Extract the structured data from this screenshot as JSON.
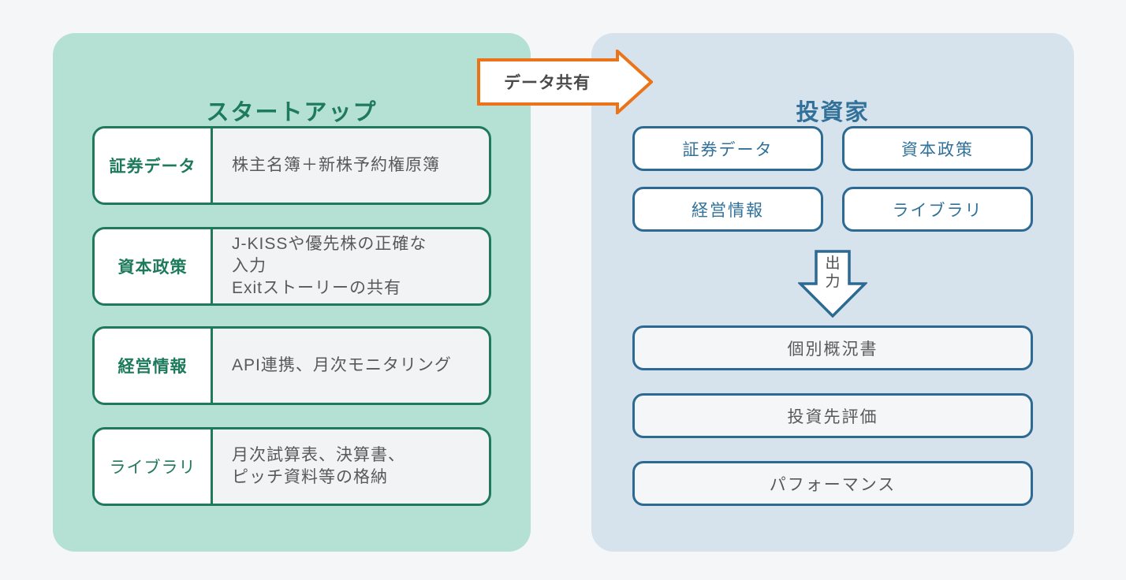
{
  "colors": {
    "page_background": "#F5F6F8",
    "startup_panel_background": "#B5E0D4",
    "investor_panel_background": "#D6E2EC",
    "green_accent": "#1E7A5C",
    "blue_accent": "#2D6A93",
    "orange_accent": "#EB7318",
    "body_text_gray": "#595959",
    "row_content_background": "#F2F3F5",
    "box_white": "#FFFFFF"
  },
  "left_panel": {
    "title": "スタートアップ",
    "rows": [
      {
        "label": "証券データ",
        "label_weight": "bold",
        "content": "株主名簿＋新株予約権原簿"
      },
      {
        "label": "資本政策",
        "label_weight": "bold",
        "content": "J-KISSや優先株の正確な\n入力\nExitストーリーの共有"
      },
      {
        "label": "経営情報",
        "label_weight": "bold",
        "content": "API連携、月次モニタリング"
      },
      {
        "label": "ライブラリ",
        "label_weight": "normal",
        "content": "月次試算表、決算書、\nピッチ資料等の格納"
      }
    ]
  },
  "flow_arrow": {
    "label": "データ共有"
  },
  "right_panel": {
    "title": "投資家",
    "data_boxes": [
      {
        "label": "証券データ"
      },
      {
        "label": "資本政策"
      },
      {
        "label": "経営情報"
      },
      {
        "label": "ライブラリ"
      }
    ],
    "output_arrow": {
      "label": "出\n力"
    },
    "output_boxes": [
      {
        "label": "個別概況書"
      },
      {
        "label": "投資先評価"
      },
      {
        "label": "パフォーマンス"
      }
    ]
  }
}
